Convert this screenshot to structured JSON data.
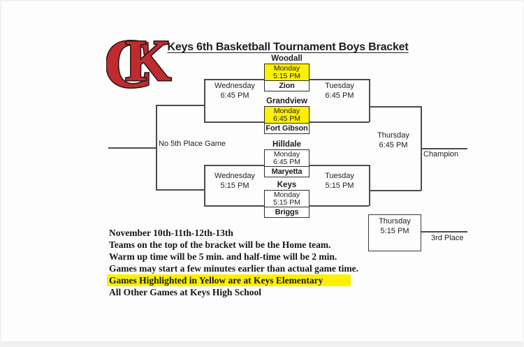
{
  "title": "Keys 6th Basketball Tournament Boys Bracket",
  "logo": {
    "letter_c": "C",
    "letter_k": "K",
    "red": "#c02b30",
    "outline": "#2a1616"
  },
  "colors": {
    "highlight_yellow": "#fdf000",
    "line_gray": "#4c4c4c",
    "ink": "#1d1d1d"
  },
  "games": [
    {
      "top_team": "Woodall",
      "bottom_team": "Zion",
      "day": "Monday",
      "time": "5:15 PM",
      "highlighted": true
    },
    {
      "top_team": "Grandview",
      "bottom_team": "Fort Gibson",
      "day": "Monday",
      "time": "6:45 PM",
      "highlighted": true
    },
    {
      "top_team": "Hilldale",
      "bottom_team": "Maryetta",
      "day": "Monday",
      "time": "6:45 PM",
      "highlighted": false
    },
    {
      "top_team": "Keys",
      "bottom_team": "Briggs",
      "day": "Monday",
      "time": "5:15 PM",
      "highlighted": false
    }
  ],
  "rounds": {
    "consolation_top": {
      "day": "Wednesday",
      "time": "6:45 PM"
    },
    "consolation_bottom": {
      "day": "Wednesday",
      "time": "5:15 PM"
    },
    "semi_top": {
      "day": "Tuesday",
      "time": "6:45 PM"
    },
    "semi_bottom": {
      "day": "Tuesday",
      "time": "5:15 PM"
    },
    "championship": {
      "day": "Thursday",
      "time": "6:45 PM"
    },
    "third_place_game": {
      "day": "Thursday",
      "time": "5:15 PM"
    }
  },
  "labels": {
    "no_fifth_place": "No 5th Place Game",
    "champion": "Champion",
    "third_place": "3rd Place"
  },
  "notes": [
    {
      "text": "November 10th-11th-12th-13th",
      "highlight": false
    },
    {
      "text": "Teams on the top of the bracket will be the Home team.",
      "highlight": false
    },
    {
      "text": "Warm up time will be 5 min. and half-time will be 2 min.",
      "highlight": false
    },
    {
      "text": "Games may start a few minutes earlier than actual game time.",
      "highlight": false
    },
    {
      "text": "Games Highlighted in Yellow are at Keys Elementary",
      "highlight": true
    },
    {
      "text": "All Other Games at Keys High School",
      "highlight": false
    }
  ]
}
